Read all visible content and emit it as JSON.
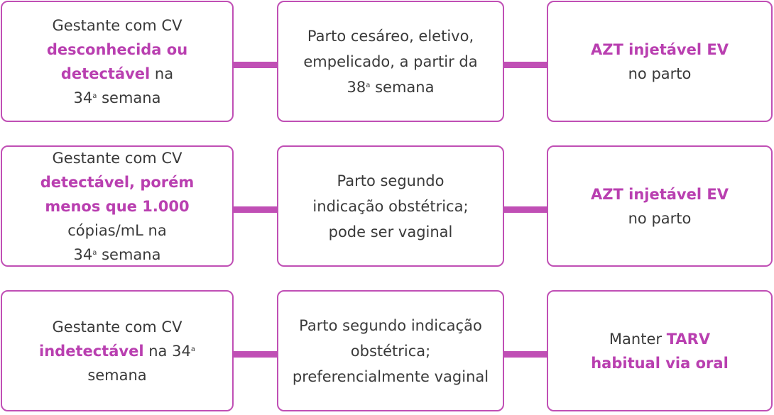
{
  "rows": [
    {
      "condition": {
        "pre": "Gestante com CV",
        "highlight": "desconhecida ou detectável",
        "post": "na",
        "week_num": "34",
        "week_sup": "a",
        "week_word": "semana"
      },
      "delivery": {
        "text": "Parto cesáreo, eletivo, empelicado, a partir da",
        "week_num": "38",
        "week_sup": "a",
        "week_word": "semana"
      },
      "treatment": {
        "pre": "",
        "highlight": "AZT injetável EV",
        "post": "no parto"
      }
    },
    {
      "condition": {
        "pre": "Gestante com CV",
        "highlight": "detectável, porém menos que 1.000",
        "post": "cópias/mL na",
        "week_num": "34",
        "week_sup": "a",
        "week_word": "semana"
      },
      "delivery": {
        "text": "Parto segundo indicação obstétrica; pode ser vaginal"
      },
      "treatment": {
        "pre": "",
        "highlight": "AZT injetável EV",
        "post": "no parto"
      }
    },
    {
      "condition": {
        "pre": "Gestante com CV",
        "highlight": "indetectável",
        "post": "na",
        "week_num": "34",
        "week_sup": "a",
        "week_word": "semana"
      },
      "delivery": {
        "text": "Parto segundo indicação obstétrica; preferencialmente vaginal"
      },
      "treatment": {
        "pre": "Manter",
        "highlight": "TARV habitual via oral",
        "post": ""
      }
    }
  ],
  "colors": {
    "accent": "#c04fb5",
    "highlight_text": "#b93fb0",
    "body_text": "#3a3a3a"
  }
}
